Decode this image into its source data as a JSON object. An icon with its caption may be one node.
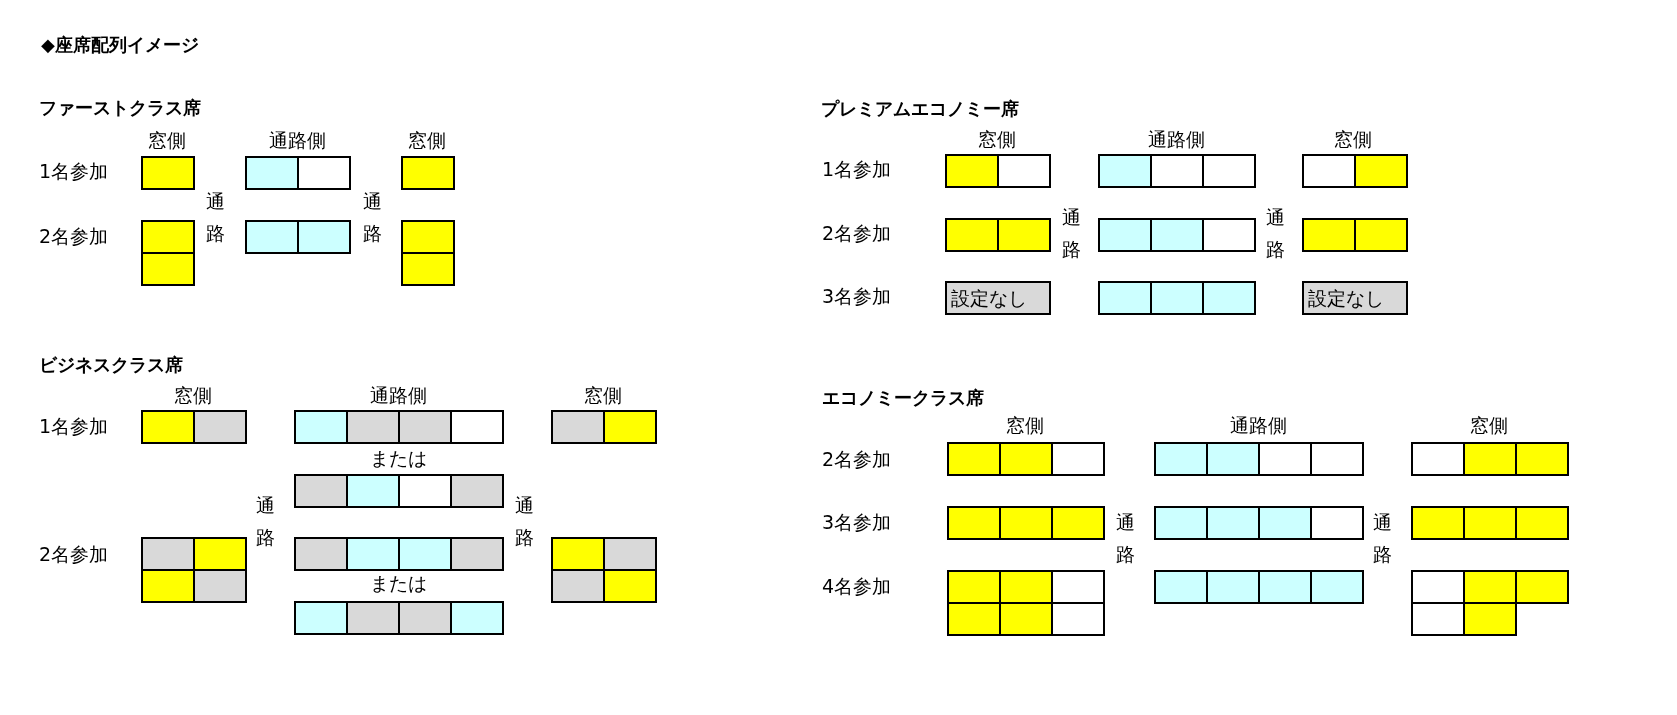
{
  "diagram": {
    "title": "◆座席配列イメージ",
    "nodes": [
      {
        "text": [],
        "shape": "box"
      },
      {
        "text": [],
        "shape": "box"
      },
      {
        "text": [],
        "shape": "box"
      },
      {
        "text": [],
        "shape": "box"
      },
      {
        "text": [],
        "shape": "box"
      },
      {
        "text": [],
        "shape": "box"
      },
      {
        "text": [],
        "shape": "box"
      },
      {
        "text": [],
        "shape": "box"
      },
      {
        "text": [],
        "shape": "box"
      },
      {
        "text": [],
        "shape": "box"
      },
      {
        "text": [],
        "shape": "box"
      },
      {
        "text": [],
        "shape": "box"
      },
      {
        "text": [],
        "shape": "box"
      },
      {
        "text": [],
        "shape": "box"
      },
      {
        "text": [],
        "shape": "box"
      },
      {
        "text": [],
        "shape": "box"
      },
      {
        "text": [],
        "shape": "box"
      },
      {
        "text": [],
        "shape": "box"
      },
      {
        "text": [],
        "shape": "box"
      },
      {
        "text": [],
        "shape": "box"
      },
      {
        "text": [],
        "shape": "box"
      },
      {
        "text": [],
        "shape": "box"
      },
      {
        "text": [],
        "shape": "box"
      },
      {
        "text": [],
        "shape": "box"
      },
      {
        "text": [
          "設定なし"
        ]
      },
      {
        "text": [],
        "shape": "box"
      },
      {
        "text": [],
        "shape": "box"
      },
      {
        "text": [],
        "shape": "box"
      },
      {
        "text": [
          "設定なし"
        ]
      },
      {
        "text": [],
        "shape": "box"
      },
      {
        "text": [],
        "shape": "box"
      },
      {
        "text": [],
        "shape": "box"
      },
      {
        "text": [],
        "shape": "box"
      },
      {
        "text": [],
        "shape": "box"
      },
      {
        "text": [],
        "shape": "box"
      },
      {
        "text": [],
        "shape": "box"
      },
      {
        "text": [],
        "shape": "box"
      },
      {
        "text": [],
        "shape": "box"
      },
      {
        "text": [],
        "shape": "box"
      },
      {
        "text": [],
        "shape": "box"
      },
      {
        "text": [],
        "shape": "box"
      },
      {
        "text": [],
        "shape": "box"
      },
      {
        "text": [],
        "shape": "box"
      },
      {
        "text": [],
        "shape": "box"
      },
      {
        "text": [],
        "shape": "box"
      },
      {
        "text": [],
        "shape": "box"
      },
      {
        "text": [],
        "shape": "box"
      },
      {
        "text": [],
        "shape": "box"
      },
      {
        "text": [],
        "shape": "box"
      },
      {
        "text": [],
        "shape": "box"
      },
      {
        "text": [],
        "shape": "box"
      },
      {
        "text": [],
        "shape": "box"
      },
      {
        "text": [],
        "shape": "box"
      },
      {
        "text": [],
        "shape": "box"
      },
      {
        "text": [],
        "shape": "box"
      },
      {
        "text": [],
        "shape": "box"
      },
      {
        "text": [],
        "shape": "box"
      },
      {
        "text": [],
        "shape": "box"
      },
      {
        "text": [],
        "shape": "box"
      },
      {
        "text": [],
        "shape": "box"
      },
      {
        "text": [],
        "shape": "box"
      },
      {
        "text": [],
        "shape": "box"
      },
      {
        "text": [],
        "shape": "box"
      },
      {
        "text": [],
        "shape": "box"
      },
      {
        "text": [],
        "shape": "box"
      },
      {
        "text": [],
        "shape": "box"
      },
      {
        "text": [],
        "shape": "box"
      },
      {
        "text": [],
        "shape": "box"
      },
      {
        "text": [],
        "shape": "box"
      },
      {
        "text": [],
        "shape": "box"
      },
      {
        "text": [],
        "shape": "box"
      },
      {
        "text": [],
        "shape": "box"
      },
      {
        "text": [],
        "shape": "box"
      },
      {
        "text": [],
        "shape": "box"
      },
      {
        "text": [],
        "shape": "box"
      },
      {
        "text": [],
        "shape": "box"
      },
      {
        "text": [],
        "shape": "box"
      },
      {
        "text": [],
        "shape": "box"
      },
      {
        "text": [],
        "shape": "box"
      },
      {
        "text": [],
        "shape": "box"
      },
      {
        "text": [],
        "shape": "box"
      },
      {
        "text": [],
        "shape": "box"
      },
      {
        "text": [],
        "shape": "box"
      },
      {
        "text": [],
        "shape": "box"
      },
      {
        "text": [],
        "shape": "box"
      },
      {
        "text": [],
        "shape": "box"
      },
      {
        "text": [],
        "shape": "box"
      },
      {
        "text": [],
        "shape": "box"
      },
      {
        "text": [],
        "shape": "box"
      },
      {
        "text": [],
        "shape": "box"
      },
      {
        "text": [],
        "shape": "box"
      },
      {
        "text": [],
        "shape": "box"
      }
    ],
    "labels": [
      "ファーストクラス席",
      "窓側",
      "通路側",
      "窓側",
      "1名参加",
      "2名参加",
      "通路",
      "通路",
      "プレミアムエコノミー席",
      "窓側",
      "通路側",
      "窓側",
      "1名参加",
      "2名参加",
      "通路",
      "通路",
      "3名参加",
      "ビジネスクラス席",
      "窓側",
      "通路側",
      "窓側",
      "1名参加",
      "または",
      "通路",
      "通路",
      "2名参加",
      "または",
      "エコノミークラス席",
      "窓側",
      "通路側",
      "窓側",
      "2名参加",
      "3名参加",
      "通路",
      "通路",
      "4名参加"
    ]
  }
}
